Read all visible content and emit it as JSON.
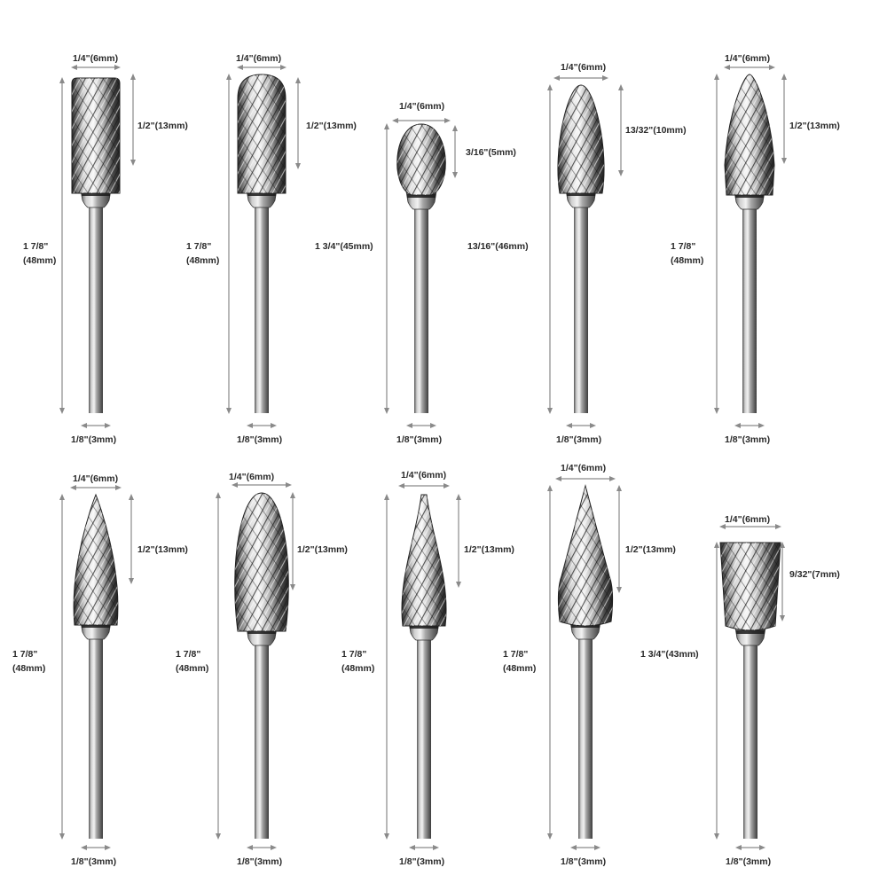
{
  "colors": {
    "metal_light": "#f2f2f2",
    "metal_mid": "#9a9a9a",
    "metal_dark": "#1e1e1e",
    "dimension_line": "#8a8a8a",
    "label_text": "#2a2a2a"
  },
  "bits": [
    {
      "id": "cylinder",
      "shape": "cylinder",
      "head_width": "1/4\"(6mm)",
      "head_length": "1/2\"(13mm)",
      "total_length_line1": "1 7/8\"",
      "total_length_line2": "(48mm)",
      "shank": "1/8\"(3mm)"
    },
    {
      "id": "oval-cylinder",
      "shape": "oval-cylinder",
      "head_width": "1/4\"(6mm)",
      "head_length": "1/2\"(13mm)",
      "total_length_line1": "1 7/8\"",
      "total_length_line2": "(48mm)",
      "shank": "1/8\"(3mm)"
    },
    {
      "id": "ball",
      "shape": "ball",
      "head_width": "1/4\"(6mm)",
      "head_length": "3/16\"(5mm)",
      "total_length_line1": "1 3/4\"(45mm)",
      "total_length_line2": "",
      "shank": "1/8\"(3mm)"
    },
    {
      "id": "egg",
      "shape": "egg",
      "head_width": "1/4\"(6mm)",
      "head_length": "13/32\"(10mm)",
      "total_length_line1": "13/16\"(46mm)",
      "total_length_line2": "",
      "shank": "1/8\"(3mm)"
    },
    {
      "id": "tree-round",
      "shape": "tree-round",
      "head_width": "1/4\"(6mm)",
      "head_length": "1/2\"(13mm)",
      "total_length_line1": "1 7/8\"",
      "total_length_line2": "(48mm)",
      "shank": "1/8\"(3mm)"
    },
    {
      "id": "flame",
      "shape": "flame",
      "head_width": "1/4\"(6mm)",
      "head_length": "1/2\"(13mm)",
      "total_length_line1": "1 7/8\"",
      "total_length_line2": "(48mm)",
      "shank": "1/8\"(3mm)"
    },
    {
      "id": "oval",
      "shape": "oval",
      "head_width": "1/4\"(6mm)",
      "head_length": "1/2\"(13mm)",
      "total_length_line1": "1 7/8\"",
      "total_length_line2": "(48mm)",
      "shank": "1/8\"(3mm)"
    },
    {
      "id": "tree-pointed",
      "shape": "tree-pointed",
      "head_width": "1/4\"(6mm)",
      "head_length": "1/2\"(13mm)",
      "total_length_line1": "1 7/8\"",
      "total_length_line2": "(48mm)",
      "shank": "1/8\"(3mm)"
    },
    {
      "id": "cone",
      "shape": "cone",
      "head_width": "1/4\"(6mm)",
      "head_length": "1/2\"(13mm)",
      "total_length_line1": "1 7/8\"",
      "total_length_line2": "(48mm)",
      "shank": "1/8\"(3mm)"
    },
    {
      "id": "inverted-cone",
      "shape": "inverted-cone",
      "head_width": "1/4\"(6mm)",
      "head_length": "9/32\"(7mm)",
      "total_length_line1": "1 3/4\"(43mm)",
      "total_length_line2": "",
      "shank": "1/8\"(3mm)"
    }
  ]
}
